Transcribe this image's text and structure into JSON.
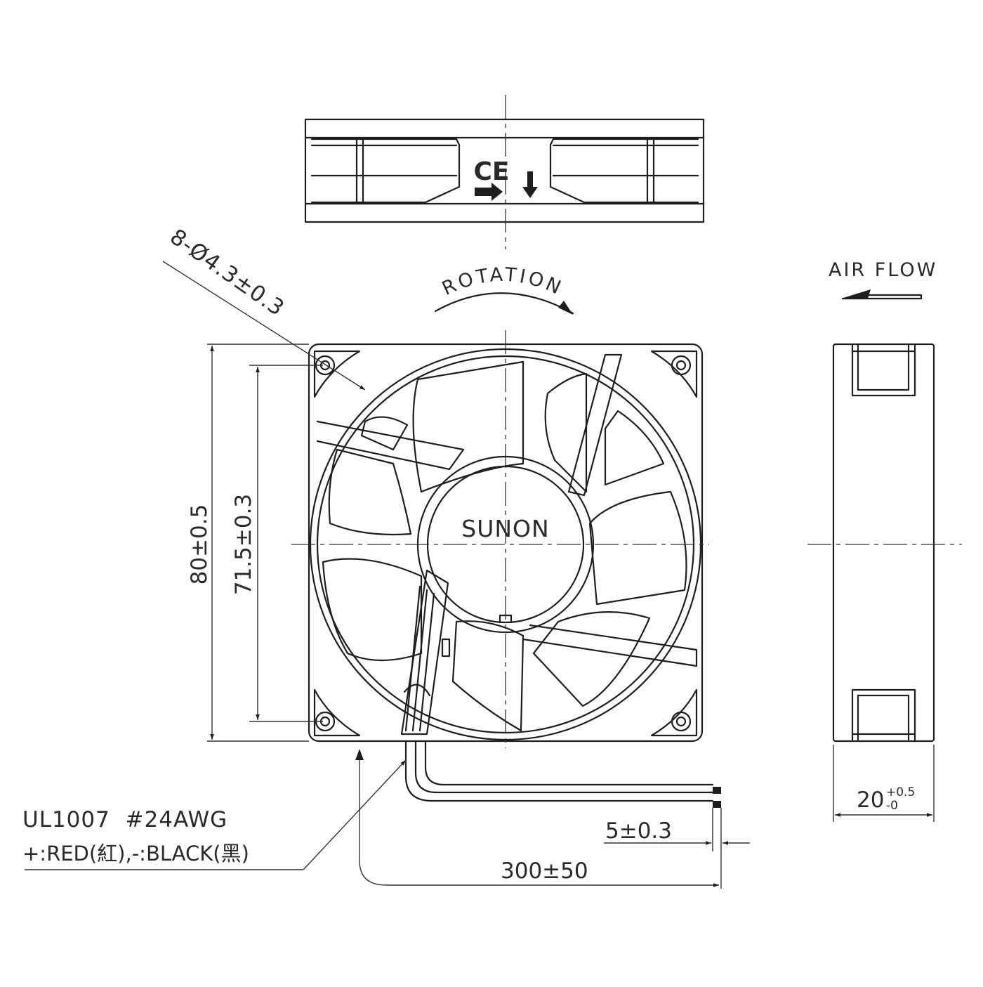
{
  "drawing": {
    "rotation_label": "ROTATION",
    "airflow_label": "AIR FLOW",
    "brand": "SUNON",
    "certification": "CE",
    "dimensions": {
      "mounting_holes": "8-Ø4.3±0.3",
      "frame_size": "80±0.5",
      "hole_spacing": "71.5±0.3",
      "thickness_main": "20",
      "thickness_tol_plus": "+0.5",
      "thickness_tol_minus": "-0",
      "lead_strip": "5±0.3",
      "lead_length": "300±50"
    },
    "cable": {
      "spec": "UL1007  #24AWG",
      "colors": "+:RED(紅),-:BLACK(黑)"
    }
  }
}
